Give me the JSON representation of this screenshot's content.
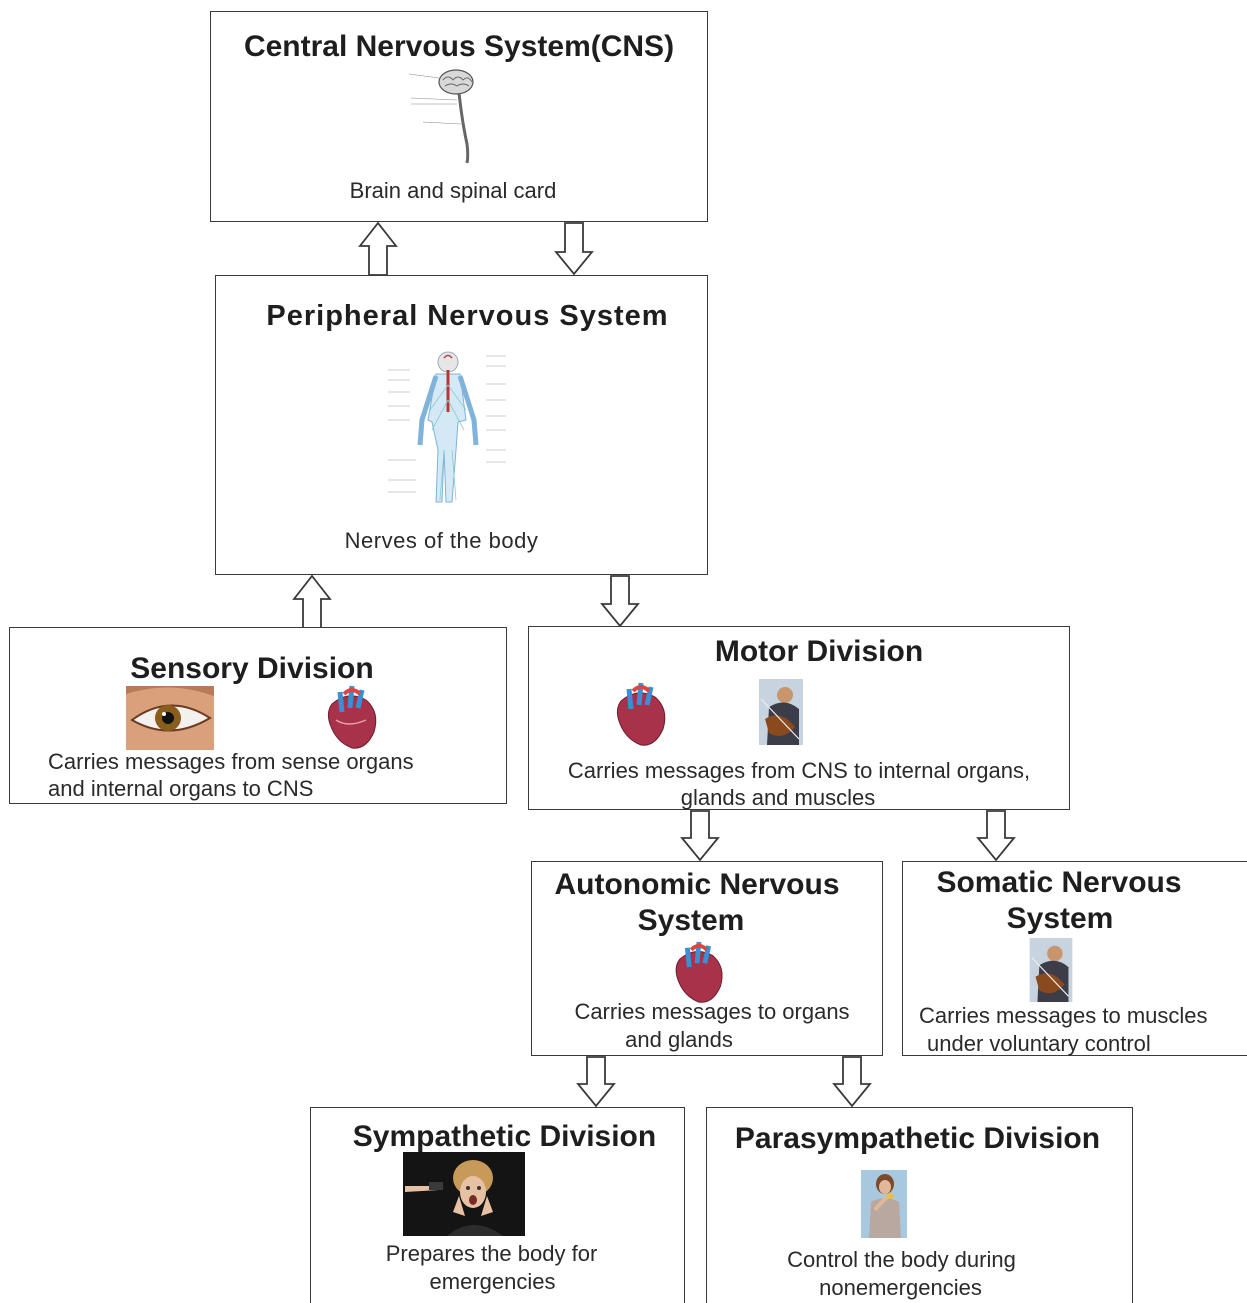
{
  "cns": {
    "title": "Central Nervous System(CNS)",
    "description": "Brain and spinal card"
  },
  "pns": {
    "title": "Peripheral Nervous System",
    "description": "Nerves of the body"
  },
  "sensory": {
    "title": "Sensory Division",
    "description_line1": "Carries messages from sense organs",
    "description_line2": "and internal organs to CNS"
  },
  "motor": {
    "title": "Motor Division",
    "description_line1": "Carries messages from CNS to internal organs,",
    "description_line2": "glands and muscles"
  },
  "autonomic": {
    "title_line1": "Autonomic Nervous",
    "title_line2": "System",
    "description_line1": "Carries messages to organs",
    "description_line2": "and glands"
  },
  "somatic": {
    "title_line1": "Somatic Nervous",
    "title_line2": "System",
    "description_line1": "Carries messages to muscles",
    "description_line2": "under voluntary control"
  },
  "sympathetic": {
    "title": "Sympathetic Division",
    "description_line1": "Prepares the body for",
    "description_line2": "emergencies"
  },
  "parasympathetic": {
    "title": "Parasympathetic Division",
    "description_line1": "Control the body during",
    "description_line2": "nonemergencies"
  },
  "pictures": {
    "cns": "brain-and-spinal-cord-illustration",
    "pns": "human-nervous-system-illustration",
    "eye": "eye-photo",
    "heart": "heart-illustration",
    "violinist": "violinist-photo",
    "scared_woman": "frightened-woman-photo",
    "calm_woman": "woman-eating-photo"
  }
}
